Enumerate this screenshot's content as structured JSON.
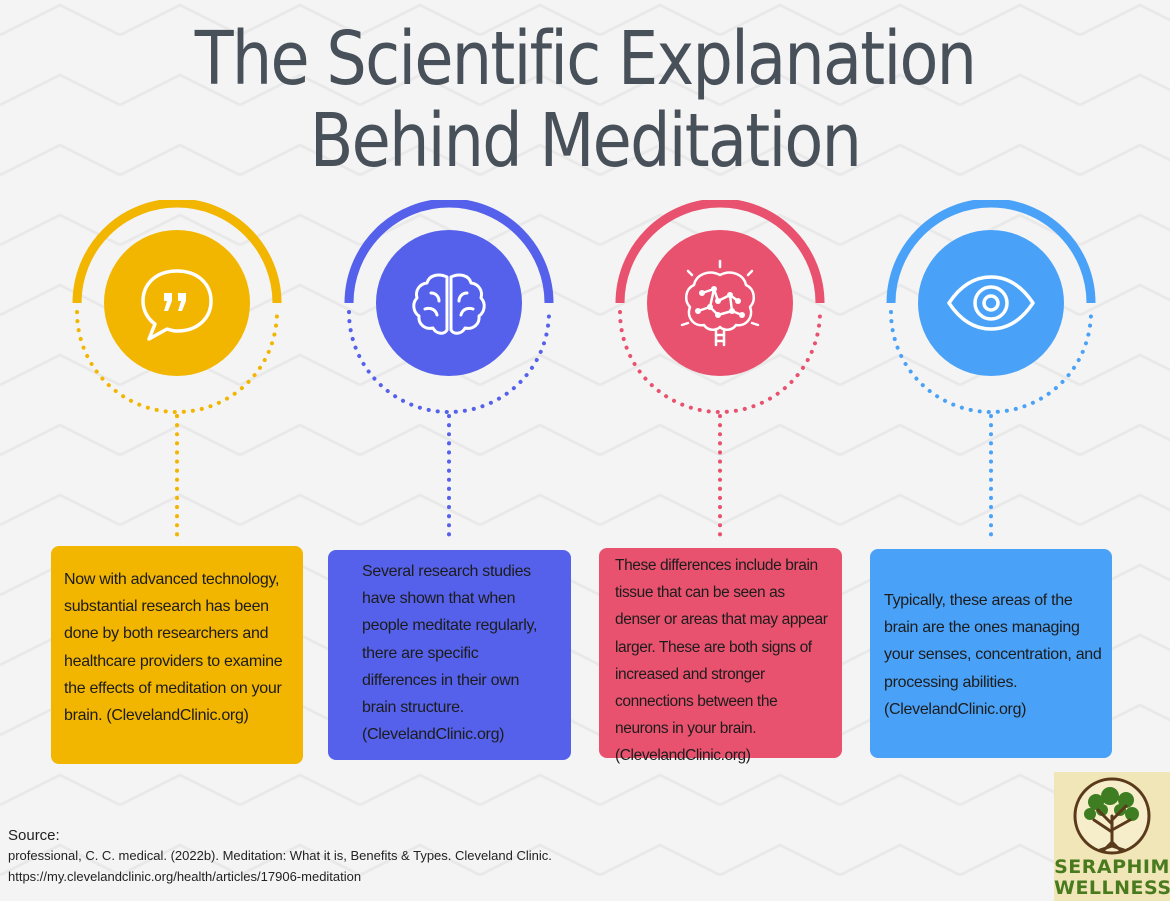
{
  "title": {
    "line1": "The Scientific Explanation",
    "line2": "Behind Meditation"
  },
  "colors": {
    "yellow": "#f2b500",
    "indigo": "#5561ea",
    "pink": "#e8526f",
    "blue": "#4aa2f8",
    "title": "#485059",
    "background": "#f4f4f4"
  },
  "cards": [
    {
      "icon": "quote-bubble-icon",
      "lines": [
        "Now with advanced technology,",
        "substantial research has been",
        "done by both researchers and",
        "healthcare providers to examine",
        "the effects of meditation on your",
        "brain. (ClevelandClinic.org)"
      ]
    },
    {
      "icon": "brain-icon",
      "lines": [
        "Several research studies",
        "have shown that when",
        "people meditate regularly,",
        "there are specific",
        "differences in their own",
        "brain structure.",
        "(ClevelandClinic.org)"
      ]
    },
    {
      "icon": "brain-network-icon",
      "lines": [
        "These differences include brain",
        "tissue that can be seen as",
        "denser or areas that may appear",
        "larger. These are both signs of",
        "increased and stronger",
        "connections between the",
        "neurons in your brain.",
        "(ClevelandClinic.org)"
      ]
    },
    {
      "icon": "eye-icon",
      "lines": [
        "Typically, these areas of the",
        "brain are the ones managing",
        "your senses, concentration, and",
        "processing abilities.",
        "(ClevelandClinic.org)"
      ]
    }
  ],
  "source": {
    "label": "Source:",
    "citation": "professional, C. C. medical. (2022b). Meditation: What it is, Benefits & Types. Cleveland Clinic.",
    "url": "https://my.clevelandclinic.org/health/articles/17906-meditation"
  },
  "logo": {
    "line1": "SERAPHIM",
    "line2": "WELLNESS"
  }
}
